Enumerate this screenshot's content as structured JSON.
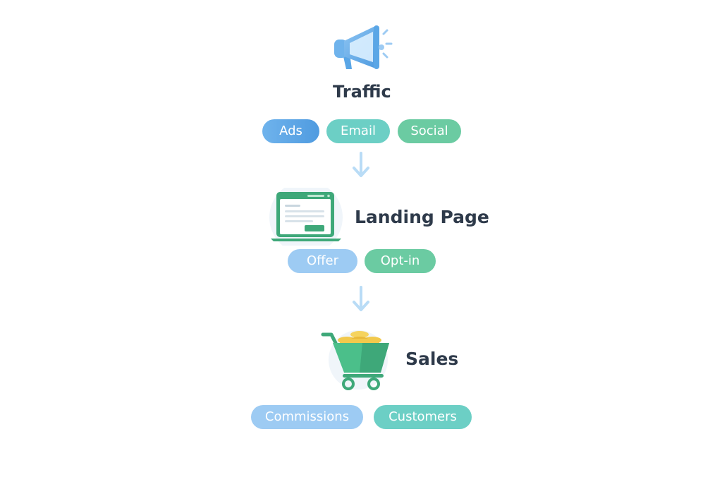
{
  "stages": [
    {
      "title": "Traffic",
      "icon": "megaphone-icon",
      "tags": [
        "Ads",
        "Email",
        "Social"
      ]
    },
    {
      "title": "Landing Page",
      "icon": "landing-page-laptop-icon",
      "tags": [
        "Offer",
        "Opt-in"
      ]
    },
    {
      "title": "Sales",
      "icon": "shopping-cart-coins-icon",
      "tags": [
        "Commissions",
        "Customers"
      ]
    }
  ],
  "colors": {
    "heading": "#2e3a4a",
    "blue": "#5aa6e6",
    "light_blue": "#9dcbf3",
    "teal": "#6ccfc5",
    "green": "#6bcba2",
    "arrow": "#b9dcf6"
  }
}
